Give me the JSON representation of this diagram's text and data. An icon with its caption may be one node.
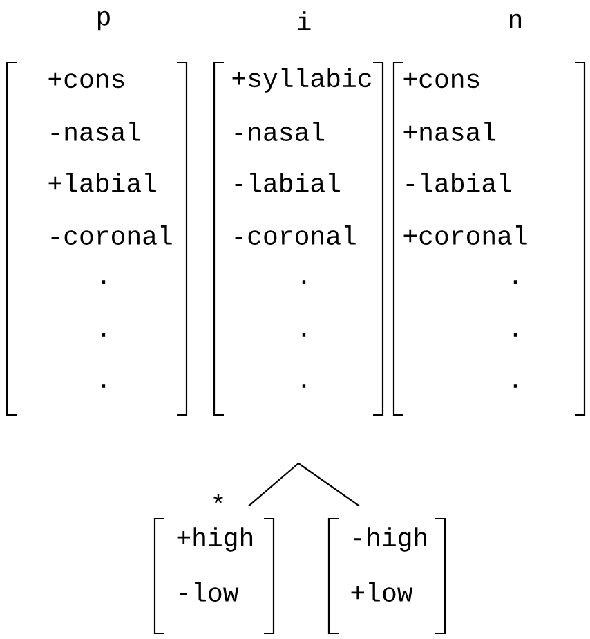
{
  "diagram": {
    "nodes": [
      {
        "text": [
          "p",
          "+cons",
          "-nasal",
          "+labial",
          "-coronal",
          ".",
          ".",
          "."
        ]
      },
      {
        "text": [
          "i",
          "+syllabic",
          "-nasal",
          "-labial",
          "-coronal",
          ".",
          ".",
          "."
        ]
      },
      {
        "text": [
          "n",
          "+cons",
          "+nasal",
          "-labial",
          "+coronal",
          ".",
          ".",
          "."
        ]
      },
      {
        "text": [
          "+high",
          "-low"
        ],
        "beside": [
          "*"
        ]
      },
      {
        "text": [
          "-high",
          "+low"
        ]
      }
    ],
    "edges": [
      {
        "from": null,
        "to": 3,
        "arrow": "none"
      },
      {
        "from": null,
        "to": 4,
        "arrow": "none"
      }
    ]
  }
}
